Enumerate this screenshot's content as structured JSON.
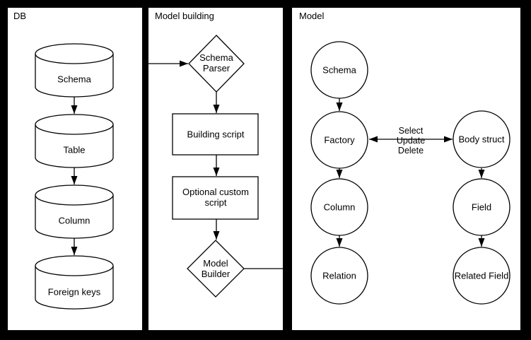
{
  "colors": {
    "background": "#000000",
    "panel_fill": "#ffffff",
    "stroke": "#000000",
    "text": "#000000"
  },
  "panels": {
    "db": {
      "title": "DB",
      "nodes": {
        "schema": "Schema",
        "table": "Table",
        "column": "Column",
        "foreign_keys": "Foreign keys"
      }
    },
    "model_building": {
      "title": "Model building",
      "nodes": {
        "schema_parser": "Schema Parser",
        "building_script": "Building script",
        "optional_custom_script": "Optional custom script",
        "model_builder": "Model Builder"
      }
    },
    "model": {
      "title": "Model",
      "nodes": {
        "schema": "Schema",
        "factory": "Factory",
        "column": "Column",
        "relation": "Relation",
        "body_struct": "Body struct",
        "field": "Field",
        "related_field": "Related Field"
      },
      "factory_body_struct_edge_label": "Select\nUpdate\nDelete"
    }
  }
}
